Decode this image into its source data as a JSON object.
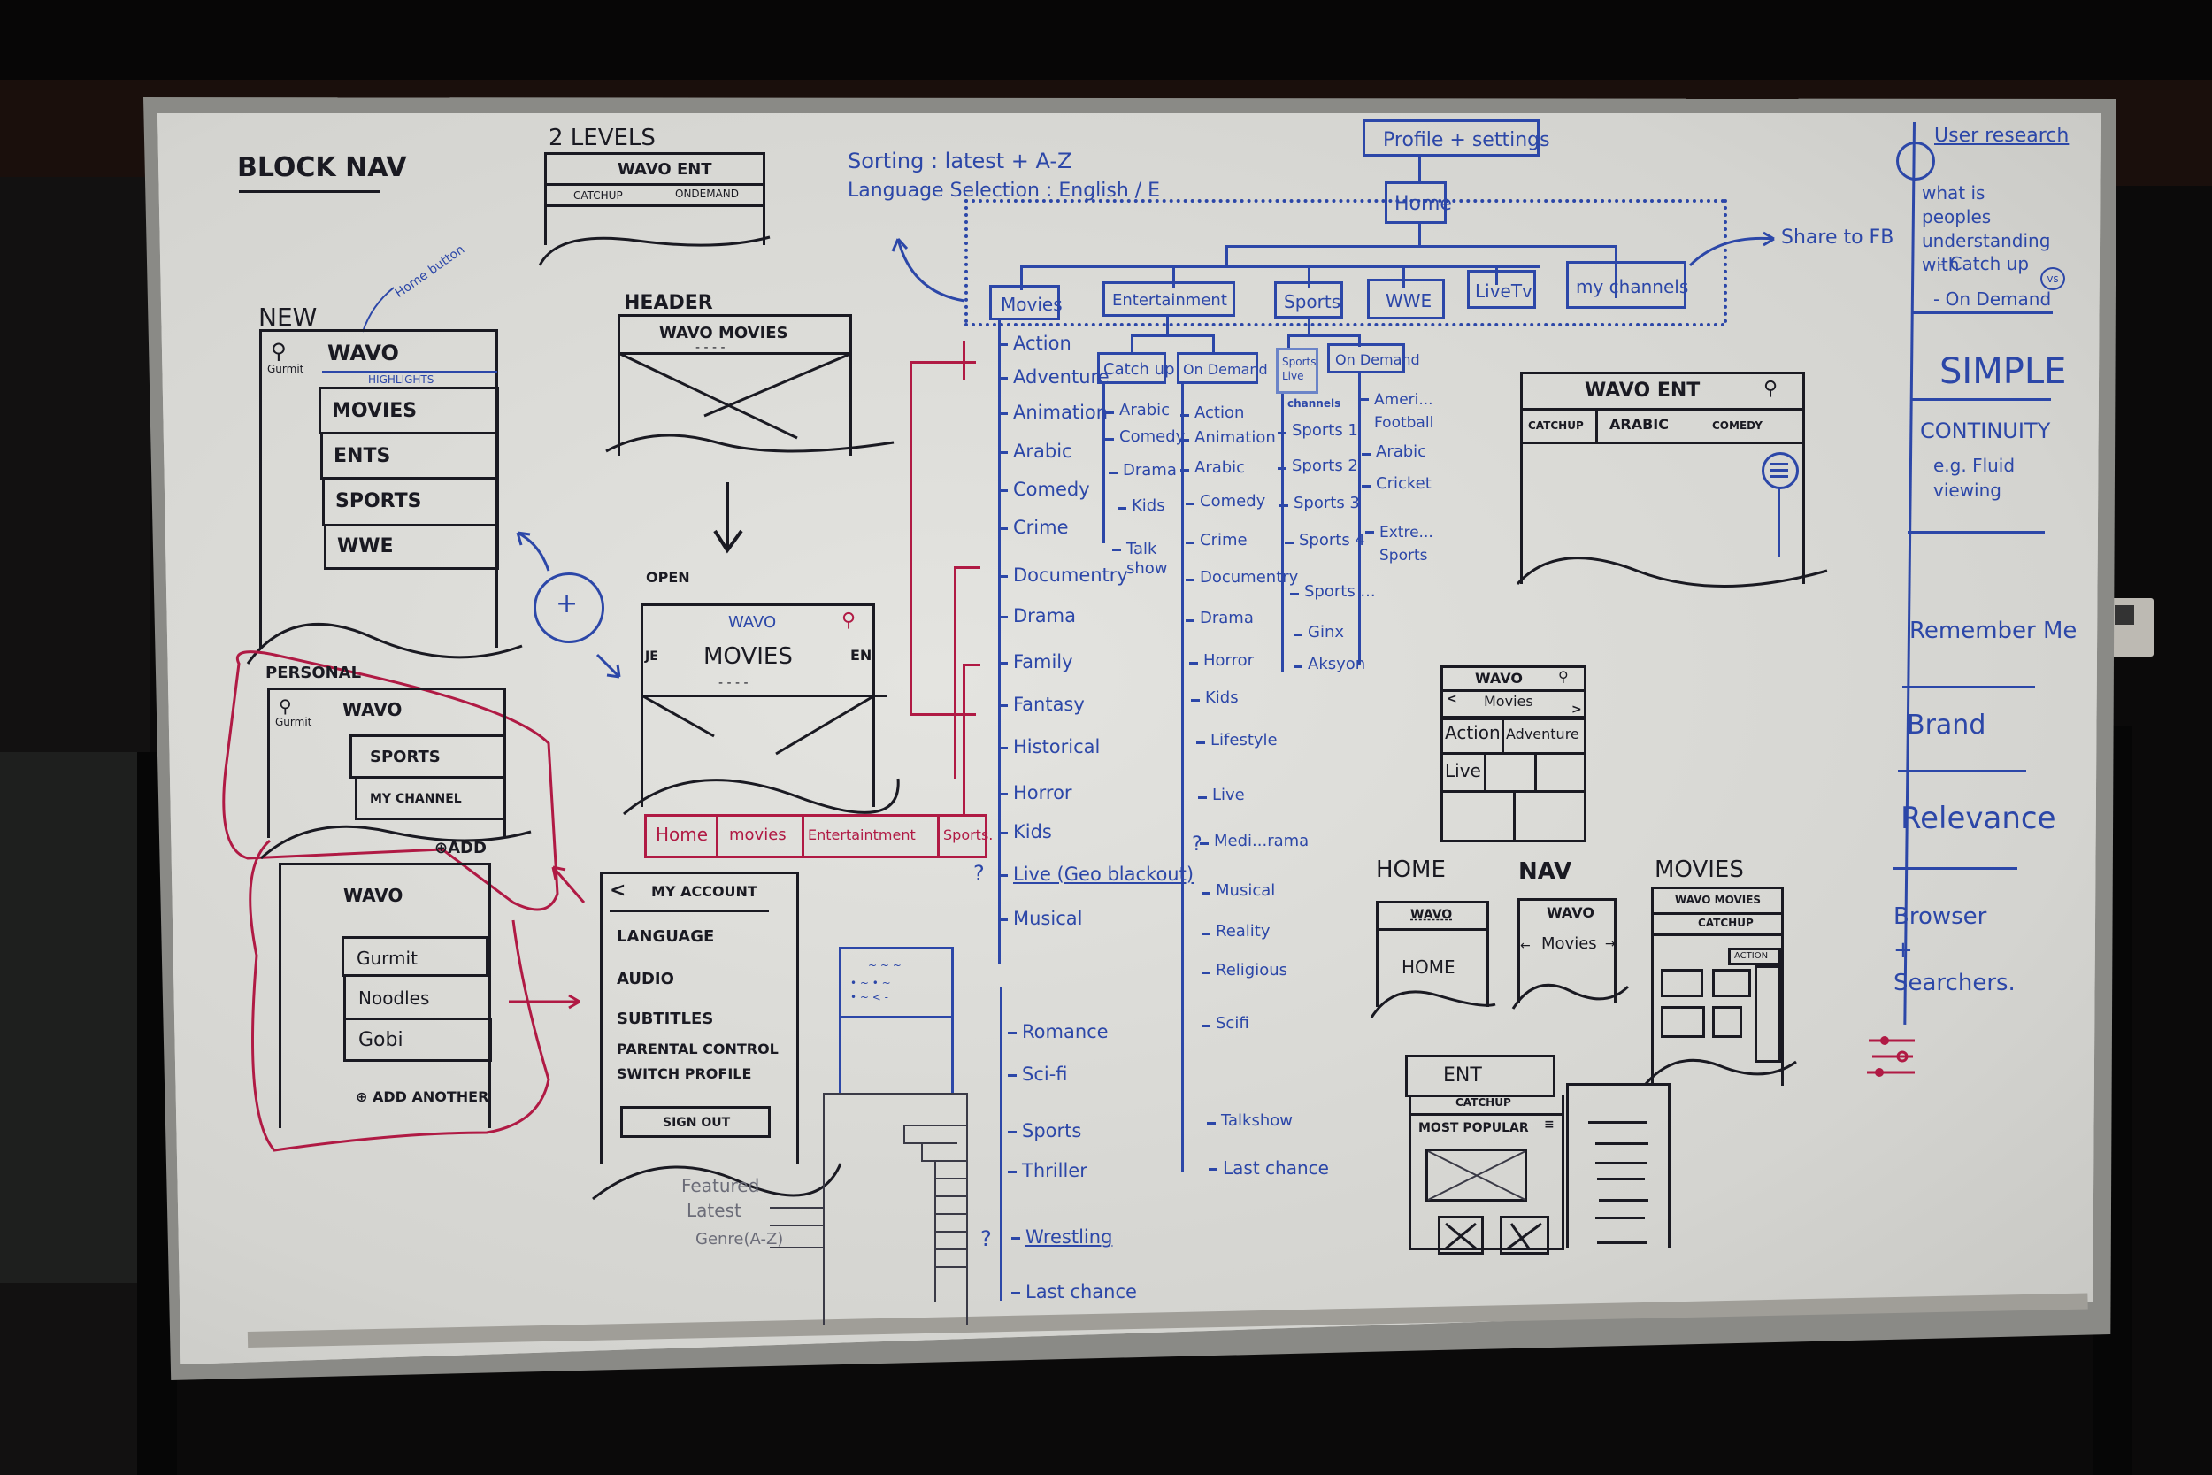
{
  "board": {
    "title": "BLOCK NAV",
    "colors": {
      "black_marker": "#1a1a22",
      "blue_marker": "#2c47a8",
      "red_marker": "#b01a44",
      "board": "#dcdcd8"
    }
  },
  "two_levels": {
    "label": "2 LEVELS",
    "wireframe": {
      "title": "WAVO ENT",
      "tabs": [
        "CATCHUP",
        "ONDEMAND"
      ]
    }
  },
  "new_wireframe": {
    "label": "NEW",
    "annotation": "Home button",
    "avatar_name": "Gurmit",
    "brand": "WAVO",
    "highlight_label": "HIGHLIGHTS",
    "menu": [
      "MOVIES",
      "ENTS",
      "SPORTS",
      "WWE"
    ],
    "add_icon": "plus-circle-icon"
  },
  "personal_wireframe": {
    "label": "PERSONAL",
    "avatar_name": "Gurmit",
    "brand": "WAVO",
    "menu": [
      "SPORTS",
      "MY CHANNEL"
    ],
    "add_label": "ADD"
  },
  "profiles_wireframe": {
    "brand": "WAVO",
    "profiles": [
      "Gurmit",
      "Noodles",
      "Gobi"
    ],
    "add_label": "ADD ANOTHER"
  },
  "header_wireframe": {
    "label": "HEADER",
    "title": "WAVO MOVIES"
  },
  "open_wireframe": {
    "label": "OPEN",
    "brand": "WAVO",
    "title": "MOVIES",
    "left_edge": "JE",
    "right_edge": "EN",
    "search_icon": "search-icon",
    "bottom_tabs": [
      "Home",
      "movies",
      "Entertaintment",
      "Sports."
    ]
  },
  "account_wireframe": {
    "back_icon": "chevron-left-icon",
    "title": "MY ACCOUNT",
    "items": [
      "LANGUAGE",
      "AUDIO",
      "SUBTITLES",
      "PARENTAL CONTROL",
      "SWITCH PROFILE"
    ],
    "sign_out": "SIGN OUT"
  },
  "sort_sketch": {
    "options": [
      "Featured",
      "Latest",
      "Genre(A-Z)"
    ]
  },
  "notes": {
    "sorting": "Sorting : latest + A-Z",
    "language": "Language Selection : English / E",
    "share": "Share to FB"
  },
  "sitemap": {
    "root_top": "Profile + settings",
    "root": "Home",
    "sections": [
      "Movies",
      "Entertainment",
      "Sports",
      "WWE",
      "LiveTv",
      "my channels"
    ],
    "movies": {
      "items": [
        "Action",
        "Adventure",
        "Animation",
        "Arabic",
        "Comedy",
        "Crime",
        "Documentry",
        "Drama",
        "Family",
        "Fantasy",
        "Historical",
        "Horror",
        "Kids",
        "Live (Geo blackout)",
        "Musical",
        "Romance",
        "Sci-fi",
        "Sports",
        "Thriller",
        "Wrestling",
        "Last chance"
      ],
      "question_marks": [
        "Live (Geo blackout)",
        "Wrestling"
      ]
    },
    "entertainment": {
      "catch_up": {
        "label": "Catch up",
        "items": [
          "Arabic",
          "Comedy",
          "Drama",
          "Kids",
          "Talk show"
        ]
      },
      "on_demand": {
        "label": "On Demand",
        "items": [
          "Action",
          "Animation",
          "Arabic",
          "Comedy",
          "Crime",
          "Documentry",
          "Drama",
          "Horror",
          "Kids",
          "Lifestyle",
          "Live",
          "Medi...rama",
          "Musical",
          "Reality",
          "Religious",
          "Scifi",
          "Talkshow",
          "Last chance"
        ]
      }
    },
    "sports": {
      "live": {
        "label": "Sports Live",
        "sublabel": "channels",
        "items": [
          "Sports 1",
          "Sports 2",
          "Sports 3",
          "Sports 4",
          "Sports ...",
          "Ginx",
          "Aksyon"
        ]
      },
      "on_demand": {
        "label": "On Demand",
        "items": [
          "Ameri... Football",
          "Arabic",
          "Cricket",
          "Extre... Sports"
        ]
      }
    }
  },
  "ent_wireframe": {
    "title": "WAVO ENT",
    "tabs": [
      "CATCHUP",
      "ARABIC",
      "COMEDY"
    ],
    "filter_icon": "filter-sliders-icon"
  },
  "movies_grid_wireframe": {
    "brand": "WAVO",
    "section": "Movies",
    "tiles": [
      "Action",
      "Adventure",
      "Live"
    ]
  },
  "flow": {
    "home": {
      "label": "HOME",
      "brand": "WAVO",
      "body": "HOME"
    },
    "nav": {
      "label": "NAV",
      "brand": "WAVO",
      "body": "Movies"
    },
    "movies": {
      "label": "MOVIES",
      "title": "WAVO MOVIES",
      "tab": "CATCHUP",
      "filter": "ACTION"
    }
  },
  "ent_catchup_wireframe": {
    "title": "ENT",
    "tab": "CATCHUP",
    "section": "MOST POPULAR"
  },
  "research": {
    "title": "User research",
    "question": "what is peoples understanding with",
    "compare": [
      "- Catch up",
      "- On Demand"
    ],
    "vs": "vs",
    "principles": [
      "SIMPLE",
      "CONTINUITY",
      "e.g. Fluid viewing",
      "Remember Me",
      "Brand",
      "Relevance",
      "Browser + Searchers."
    ]
  }
}
